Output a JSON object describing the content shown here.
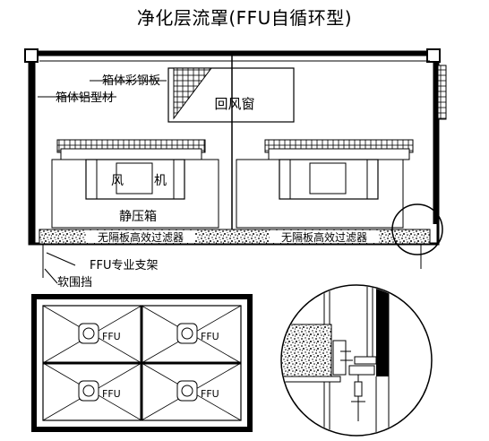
{
  "title": "净化层流罩(FFU自循环型)",
  "labels": {
    "box_color_steel": "箱体彩钢板",
    "box_aluminum": "箱体铝型材",
    "return_air_window": "回风窗",
    "fan_left": "风",
    "fan_right": "机",
    "static_box": "静压箱",
    "hepa_left": "无隔板高效过滤器",
    "hepa_right": "无隔板高效过滤器",
    "ffu_bracket": "FFU专业支架",
    "soft_curtain": "软围挡"
  },
  "ffu_units": [
    "FFU",
    "FFU",
    "FFU",
    "FFU"
  ]
}
